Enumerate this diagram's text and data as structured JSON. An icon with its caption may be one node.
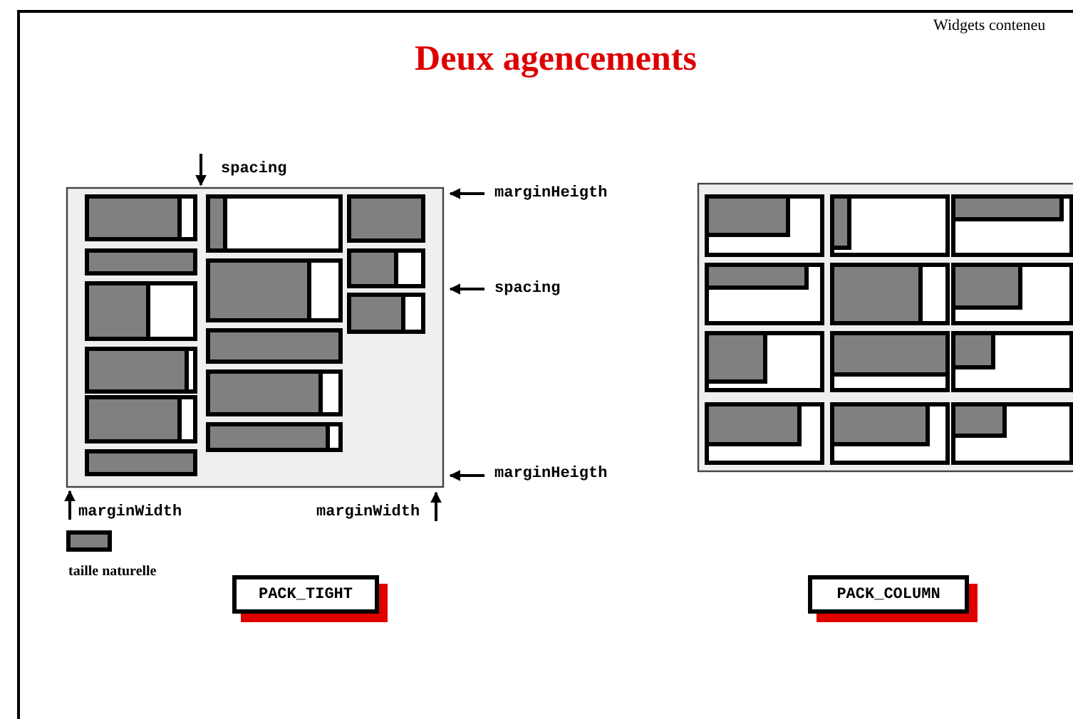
{
  "diagram": {
    "title": "Deux agencements",
    "nodes": [
      {
        "text": [
          "PACK_TIGHT"
        ]
      },
      {
        "text": [
          "PACK_COLUMN"
        ]
      }
    ],
    "labels": [
      "Widgets conteneu",
      "spacing",
      "marginHeigth",
      "spacing",
      "marginHeigth",
      "marginWidth",
      "marginWidth",
      "taille naturelle"
    ]
  }
}
